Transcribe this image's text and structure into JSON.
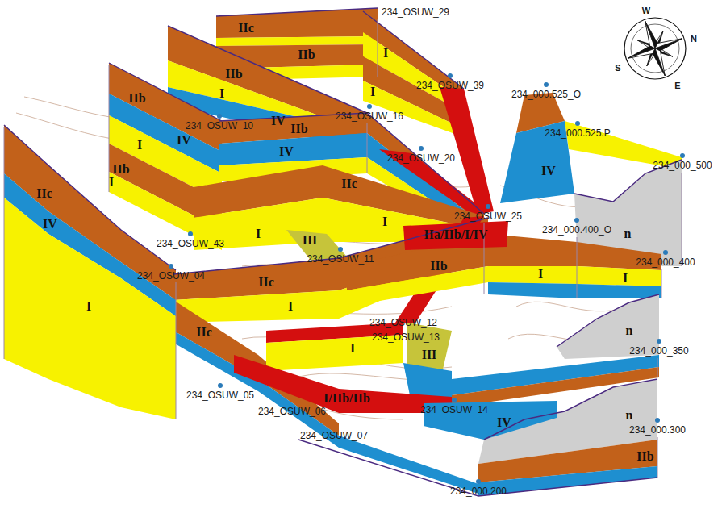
{
  "diagram": {
    "nodes": [
      {
        "text": [
          "IIc"
        ]
      },
      {
        "text": [
          "IIb"
        ]
      },
      {
        "text": [
          "I"
        ]
      },
      {
        "text": [
          "IIb"
        ]
      },
      {
        "text": [
          "I"
        ]
      },
      {
        "text": [
          "I"
        ]
      },
      {
        "text": [
          "IV"
        ]
      },
      {
        "text": [
          "IIb"
        ]
      },
      {
        "text": [
          "IV"
        ]
      },
      {
        "text": [
          "IIb"
        ]
      },
      {
        "text": [
          "I"
        ]
      },
      {
        "text": [
          "IV"
        ]
      },
      {
        "text": [
          "IIb"
        ]
      },
      {
        "text": [
          "IV"
        ]
      },
      {
        "text": [
          "I"
        ]
      },
      {
        "text": [
          "IIc"
        ]
      },
      {
        "text": [
          "IIc"
        ]
      },
      {
        "text": [
          "I"
        ]
      },
      {
        "text": [
          "IV"
        ]
      },
      {
        "text": [
          "I"
        ]
      },
      {
        "text": [
          "III"
        ]
      },
      {
        "text": [
          "IIa/IIb/I/IV"
        ]
      },
      {
        "text": [
          "IIb"
        ]
      },
      {
        "text": [
          "I"
        ]
      },
      {
        "text": [
          "n"
        ]
      },
      {
        "text": [
          "I"
        ]
      },
      {
        "text": [
          "IIc"
        ]
      },
      {
        "text": [
          "I"
        ]
      },
      {
        "text": [
          "IIc"
        ]
      },
      {
        "text": [
          "I"
        ]
      },
      {
        "text": [
          "I"
        ]
      },
      {
        "text": [
          "III"
        ]
      },
      {
        "text": [
          "n"
        ]
      },
      {
        "text": [
          "I/IIb/IIb"
        ]
      },
      {
        "text": [
          "IV"
        ]
      },
      {
        "text": [
          "n"
        ]
      },
      {
        "text": [
          "IIb"
        ]
      }
    ],
    "labels": [
      "234_OSUW_29",
      "234_OSUW_39",
      "234_000.525_O",
      "234_OSUW_16",
      "234_000.525.P",
      "234_OSUW_10",
      "234_OSUW_20",
      "234_000_500",
      "234_OSUW_25",
      "234_000.400_O",
      "234_OSUW_43",
      "234_000_400",
      "234_OSUW_11",
      "234_OSUW_04",
      "234_OSUW_12",
      "234_OSUW_13",
      "234_000_350",
      "234_OSUW_05",
      "234_OSUW_06",
      "234_OSUW_14",
      "234_000.300",
      "234_OSUW_07",
      "234_000.200",
      "W",
      "N",
      "E",
      "S"
    ]
  }
}
